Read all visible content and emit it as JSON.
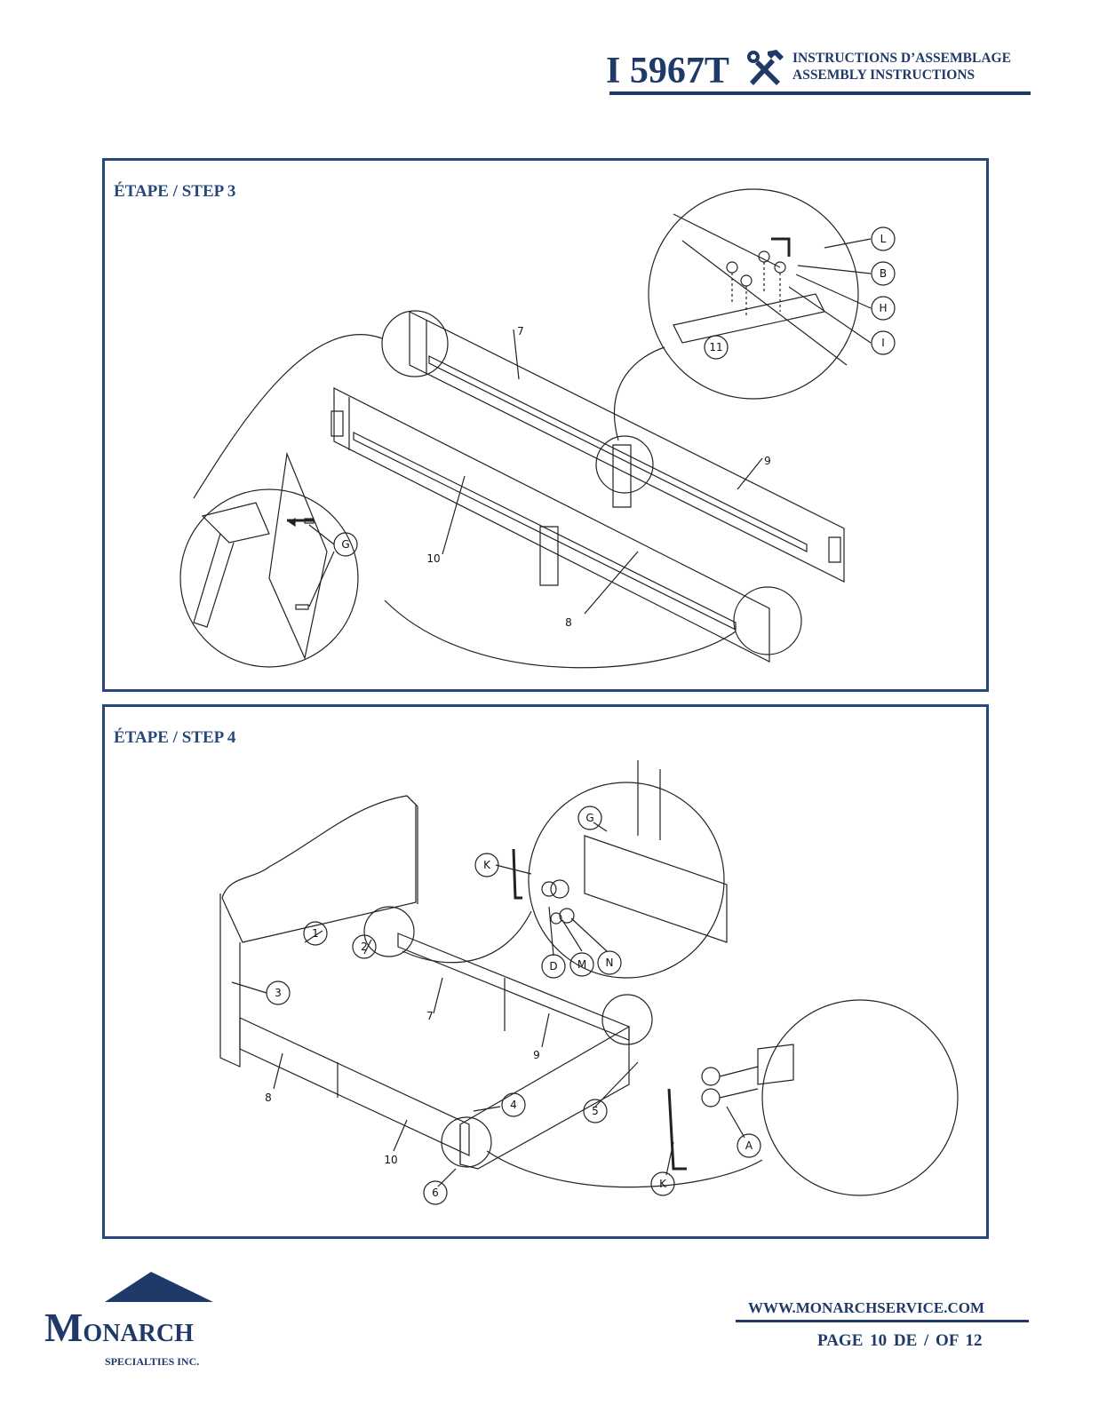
{
  "header": {
    "model": "I 5967T",
    "icon": "tools-icon",
    "title_fr": "INSTRUCTIONS D’ASSEMBLAGE",
    "title_en": "ASSEMBLY INSTRUCTIONS"
  },
  "step3": {
    "title": "ÉTAPE / STEP 3",
    "labels": {
      "p7": "7",
      "p9": "9",
      "p10": "10",
      "p8": "8",
      "p11": "11",
      "L": "L",
      "B": "B",
      "H": "H",
      "I": "I",
      "G": "G"
    }
  },
  "step4": {
    "title": "ÉTAPE / STEP 4",
    "labels": {
      "p1": "1",
      "p2": "2",
      "p3": "3",
      "p4": "4",
      "p5": "5",
      "p6": "6",
      "p7": "7",
      "p8": "8",
      "p9": "9",
      "p10": "10",
      "G": "G",
      "K1": "K",
      "D": "D",
      "M": "M",
      "N": "N",
      "K2": "K",
      "A": "A"
    }
  },
  "footer": {
    "brand_initial": "M",
    "brand_rest": "ONARCH",
    "brand_sub": "SPECIALTIES INC.",
    "url": "WWW.MONARCHSERVICE.COM",
    "page": "PAGE  10  DE / OF  12"
  },
  "colors": {
    "brand": "#1f3a68",
    "frame": "#27487a"
  }
}
